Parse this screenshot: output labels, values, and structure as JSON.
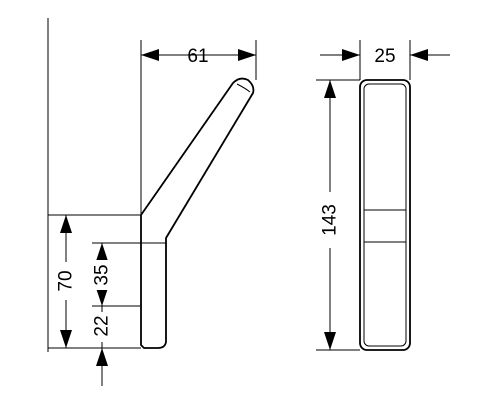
{
  "dimensions": {
    "width_61": "61",
    "depth_25": "25",
    "height_143": "143",
    "height_70": "70",
    "height_35": "35",
    "height_22": "22"
  }
}
